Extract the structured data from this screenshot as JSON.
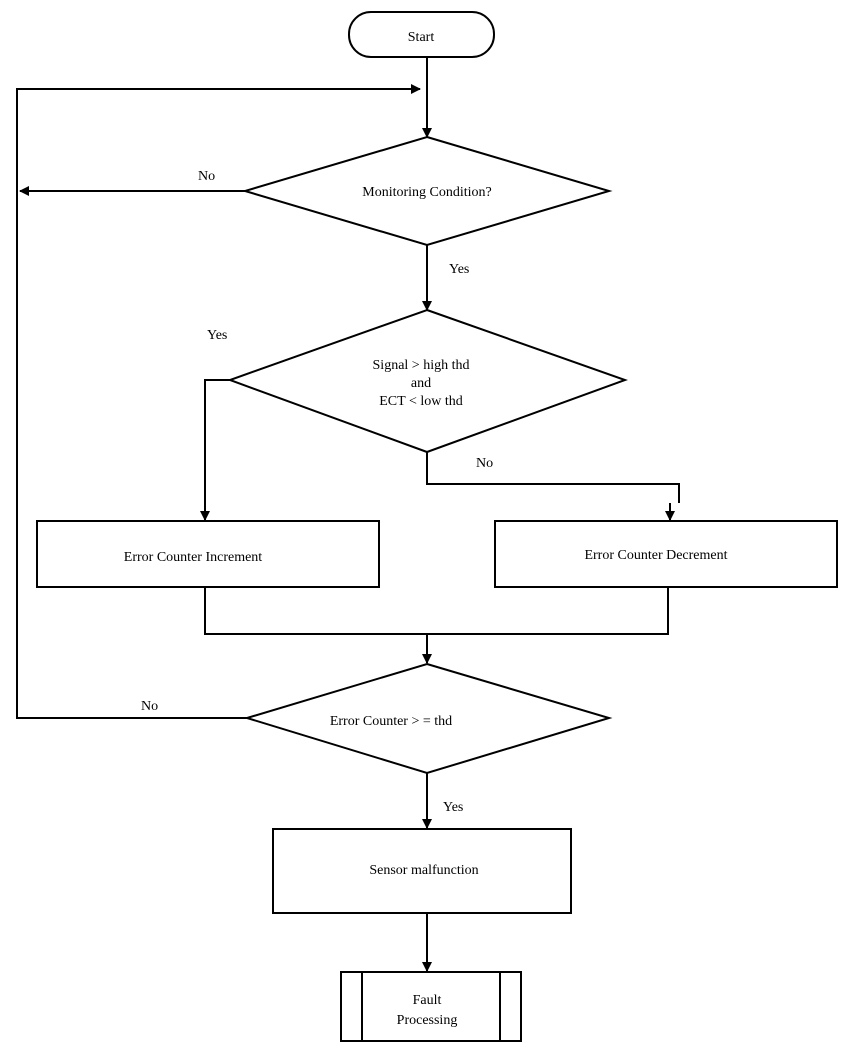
{
  "nodes": {
    "start": "Start",
    "monitoring": "Monitoring Condition?",
    "signal_check": {
      "line1": "Signal > high thd",
      "line2": "and",
      "line3": "ECT < low thd"
    },
    "increment": "Error Counter Increment",
    "decrement": "Error Counter Decrement",
    "counter_check": "Error Counter > = thd",
    "malfunction": "Sensor malfunction",
    "fault": {
      "line1": "Fault",
      "line2": "Processing"
    }
  },
  "edges": {
    "monitoring_no": "No",
    "monitoring_yes": "Yes",
    "signal_yes": "Yes",
    "signal_no": "No",
    "counter_no": "No",
    "counter_yes": "Yes"
  }
}
